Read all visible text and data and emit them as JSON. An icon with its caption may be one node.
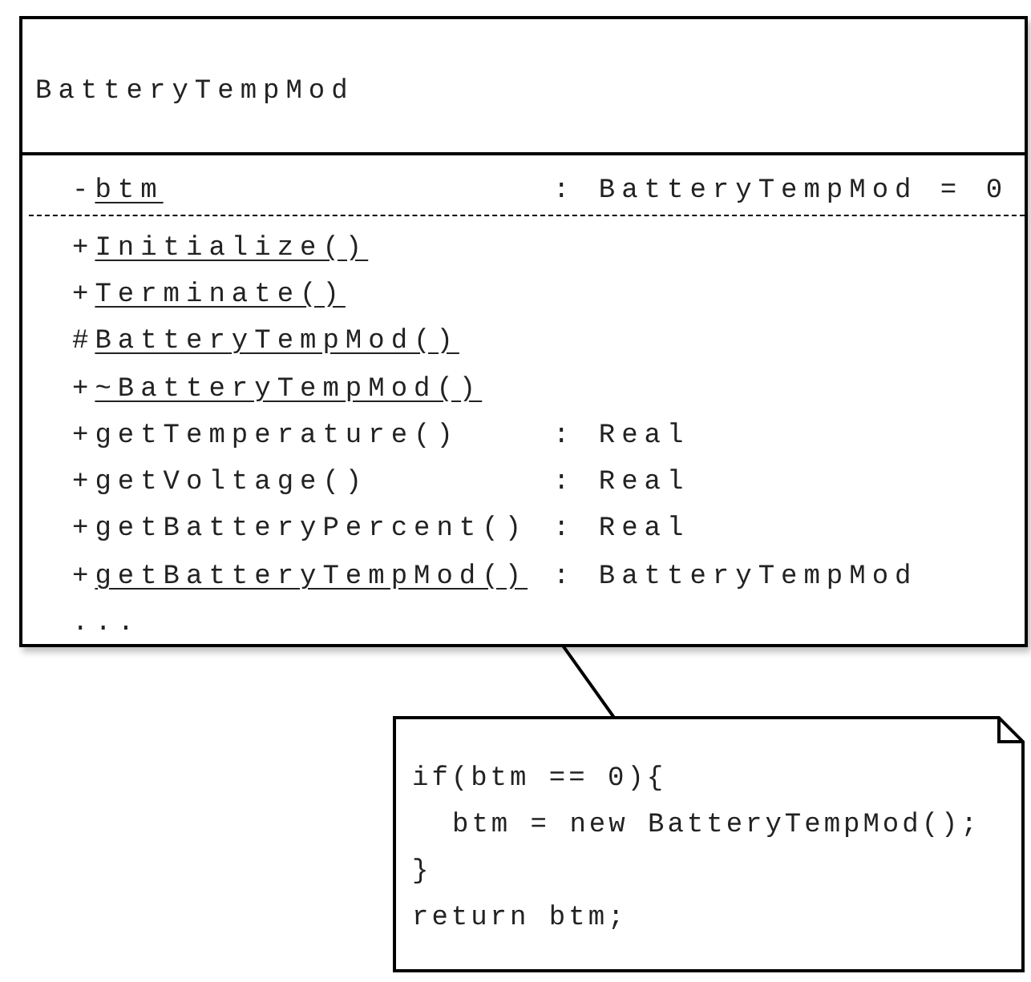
{
  "diagram": {
    "nodes": [
      {
        "text": [
          "BatteryTempMod"
        ]
      },
      {
        "text": [
          "+getBatteryTempMod()"
        ],
        "in": 0
      },
      {
        "text": [
          "if(btm == 0){",
          "btm = new BatteryTempMod();",
          "}",
          "return btm;"
        ]
      }
    ],
    "edges": [
      {
        "from": 1,
        "to": 2,
        "arrow": "none"
      }
    ],
    "labels": [
      "-btm",
      ": BatteryTempMod = 0",
      "+Initialize()",
      "+Terminate()",
      "#BatteryTempMod()",
      "+~BatteryTempMod()",
      "+getTemperature()",
      ": Real",
      "+getVoltage()",
      ": Real",
      "+getBatteryPercent()",
      ": Real",
      ": BatteryTempMod",
      "..."
    ]
  }
}
